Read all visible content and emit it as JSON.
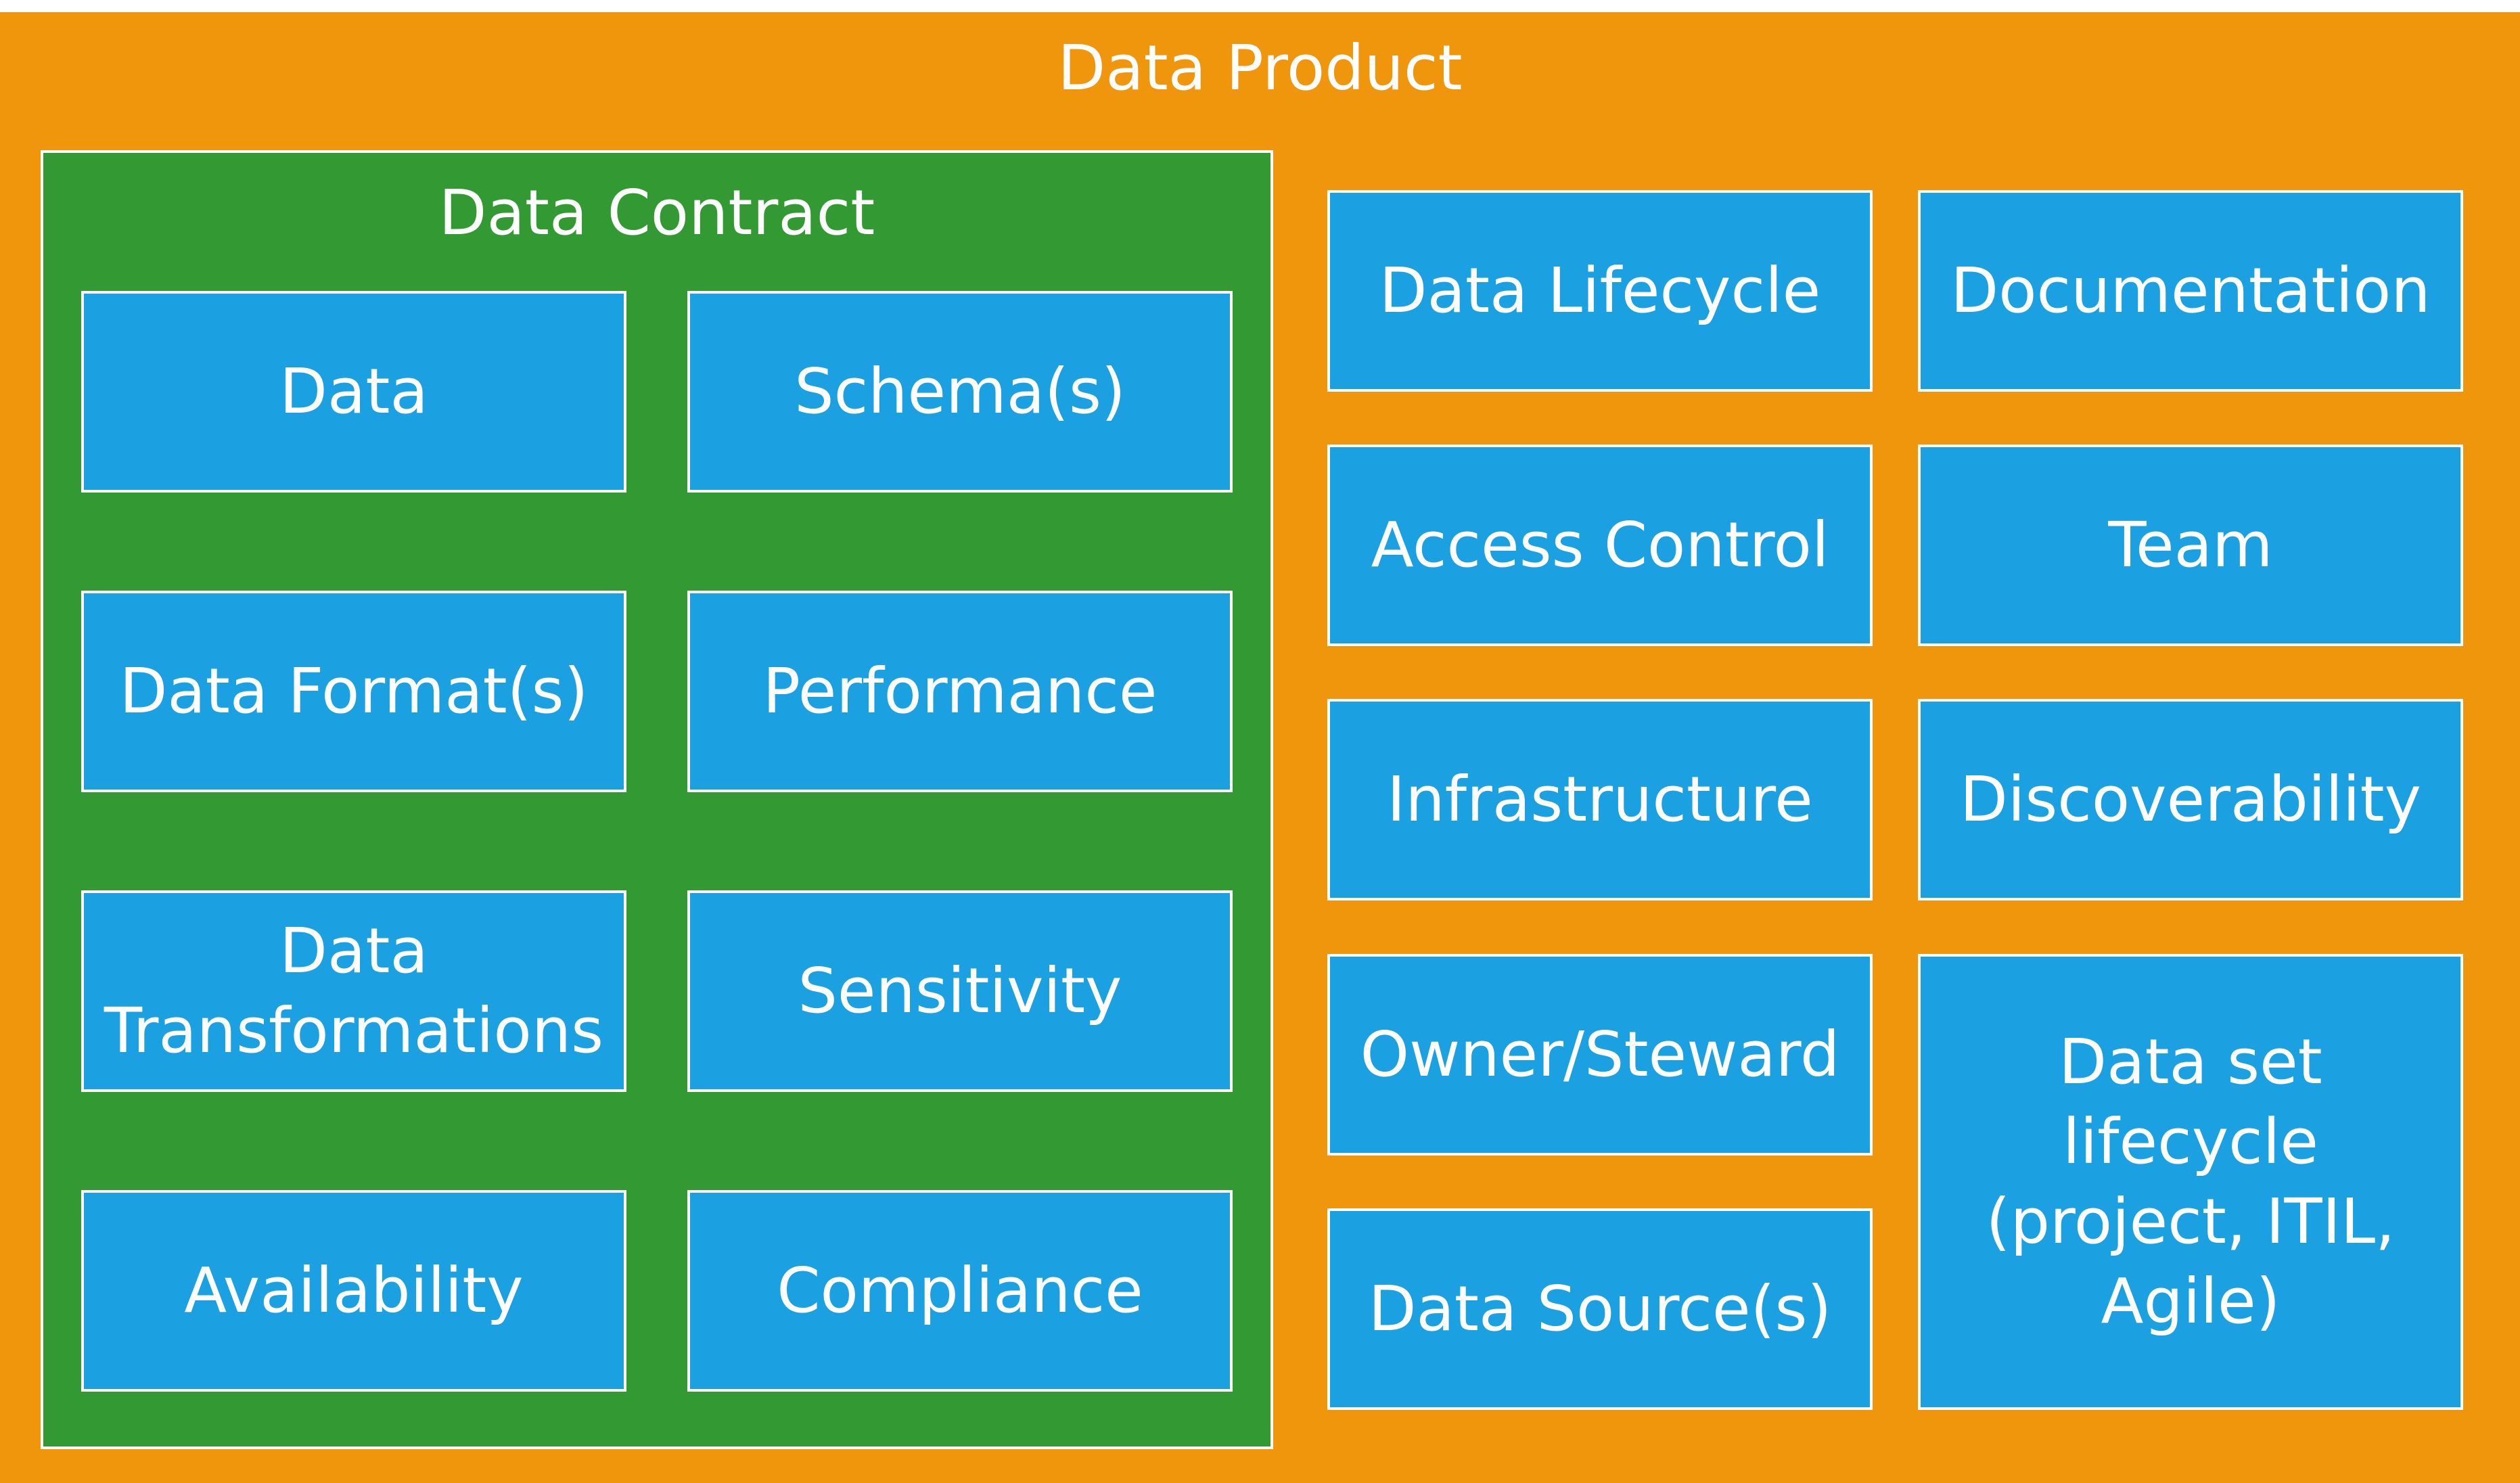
{
  "product": {
    "title": "Data Product",
    "colors": {
      "background": "#F0960C",
      "box": "#1BA0E1",
      "border": "#FFFFFF",
      "text": "#FFFFFF"
    }
  },
  "contract": {
    "title": "Data Contract",
    "color": "#339933",
    "items": [
      {
        "label": "Data"
      },
      {
        "label": "Schema(s)"
      },
      {
        "label": "Data Format(s)"
      },
      {
        "label": "Performance"
      },
      {
        "label": "Data Transformations"
      },
      {
        "label": "Sensitivity"
      },
      {
        "label": "Availability"
      },
      {
        "label": "Compliance"
      }
    ]
  },
  "aspects": [
    {
      "label": "Data Lifecycle"
    },
    {
      "label": "Documentation"
    },
    {
      "label": "Access Control"
    },
    {
      "label": "Team"
    },
    {
      "label": "Infrastructure"
    },
    {
      "label": "Discoverability"
    },
    {
      "label": "Owner/Steward"
    },
    {
      "label": "Data set lifecycle (project, ITIL, Agile)"
    },
    {
      "label": "Data Source(s)"
    }
  ]
}
